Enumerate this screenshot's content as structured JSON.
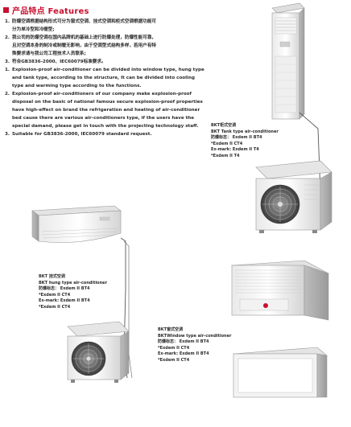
{
  "heading": "产品特点 Features",
  "features": [
    {
      "num": "1.",
      "lines": [
        "防爆空调根据结构形式可分为窗式空调、挂式空调和柜式空调根据功能可",
        "分为单冷型和冷暖型;"
      ]
    },
    {
      "num": "2.",
      "lines": [
        "我公司的防爆空调在国内品牌机的基础上进行防爆处理，防爆性能可靠，",
        "且对空调本身的制冷或制暖无影响，由于空调型式结构多样，若用户有特",
        "殊要求请与我公司工程技术人员联系;"
      ]
    },
    {
      "num": "3.",
      "lines": [
        "符合GB3836-2000、IEC60079标准要求。"
      ]
    },
    {
      "num": "1.",
      "lines": [
        "Explosion-proof air-conditioner can be divided into window type, hung type",
        "and tank type, according to the structure, It can be divided into cooling",
        "type and warming type according to the functions."
      ]
    },
    {
      "num": "2.",
      "lines": [
        "Explosion-proof air-conditioners of our company make explosion-proof",
        "disposal on the basic of national famous secure explosion-proof properties",
        "have high-effect on brand the refrigeration and heating of air-conditioner",
        "bed cause there are various air-conditioners type, if the users have the",
        "special damand, please get in touch with the projecting technology staff."
      ]
    },
    {
      "num": "3.",
      "lines": [
        "Suitable for GB3836-2000, IEC60079 standard request."
      ]
    }
  ],
  "captions": {
    "tank": [
      "BKT柜式空调",
      "BKT Tank type air-conditioner",
      "防爆标志：  Exdem II BT4",
      "*Exdem II CT4",
      "Ex-mark: Exdem II T4",
      "*Exdem II T4"
    ],
    "hung": [
      "BKT 挂式空调",
      "BKT hung type air-conditioner",
      "防爆标志：  Exdem II BT4",
      "*Exdem II CT4",
      "Ex-mark: Exdem II BT4",
      "*Exdem II CT4"
    ],
    "window": [
      "BKT窗式空调",
      "BKTWindow type air-conditioner",
      "防爆标志：  Exdem II BT4",
      "*Exdem II CT4",
      "Ex-mark: Exdem II BT4",
      "*Exdem II CT4"
    ]
  },
  "colors": {
    "accent": "#c8102e",
    "text": "#2a2a2a",
    "line": "#555555"
  }
}
